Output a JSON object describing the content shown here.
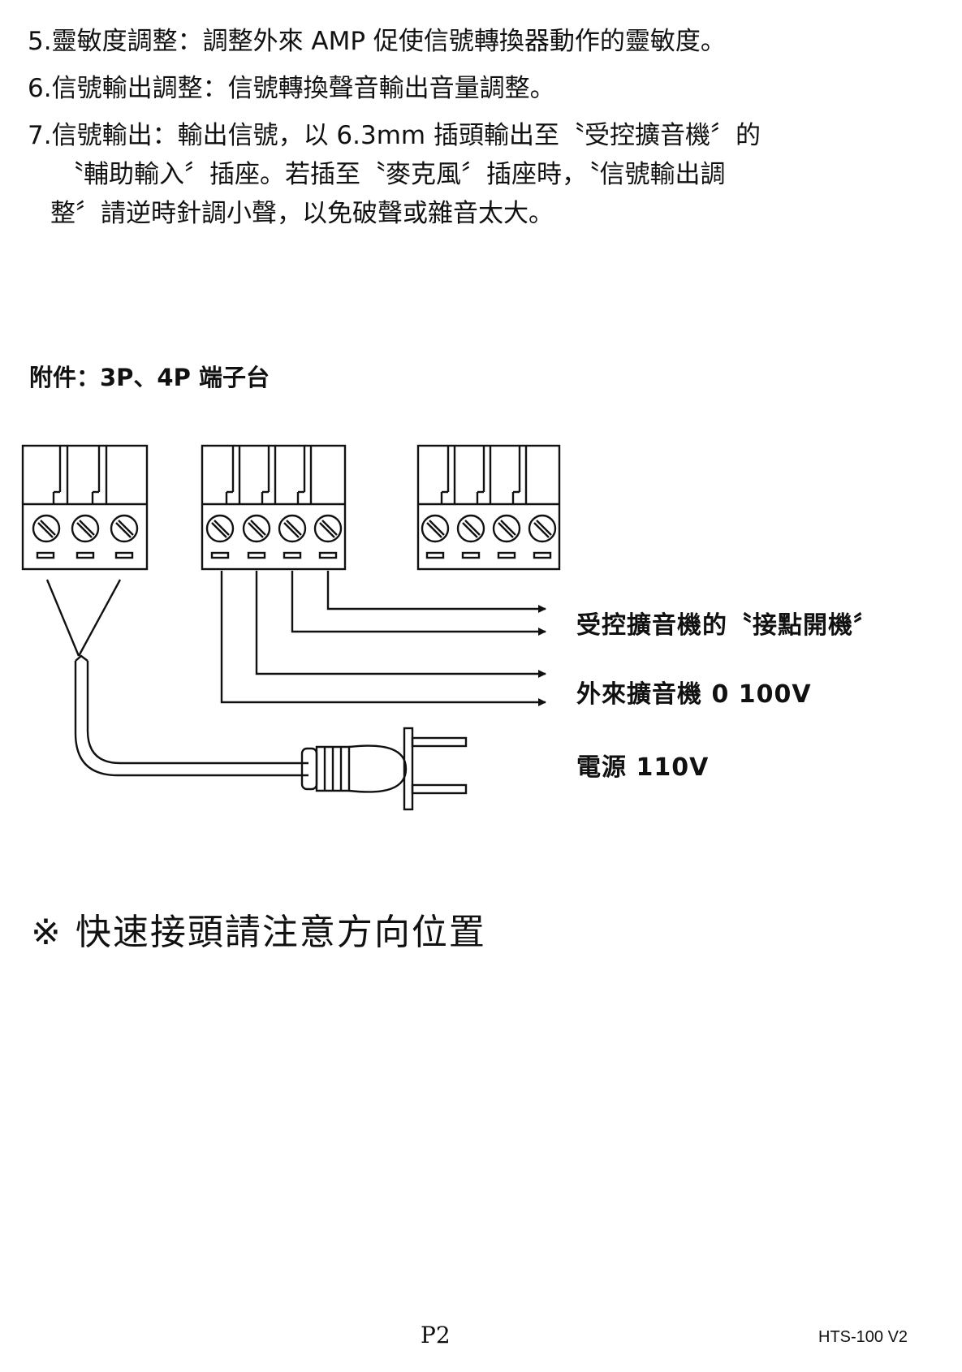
{
  "instructions": {
    "item5": "5.靈敏度調整：調整外來 AMP 促使信號轉換器動作的靈敏度。",
    "item6": "6.信號輸出調整：信號轉換聲音輸出音量調整。",
    "item7": {
      "line1": "7.信號輸出：輸出信號，以 6.3mm 插頭輸出至〝受控擴音機〞的",
      "line2": "〝輔助輸入〞插座。若插至〝麥克風〞插座時，〝信號輸出調",
      "line3": "整〞請逆時針調小聲，以免破聲或雜音太大。"
    }
  },
  "accessories": {
    "title": "附件：3P、4P 端子台"
  },
  "diagram": {
    "labels": {
      "trigger": "受控擴音機的〝接點開機〞",
      "amp_input": "外來擴音機 0  100V",
      "power": "電源 110V"
    }
  },
  "note": "※ 快速接頭請注意方向位置",
  "footer": {
    "page": "P2",
    "model": "HTS-100 V2"
  }
}
